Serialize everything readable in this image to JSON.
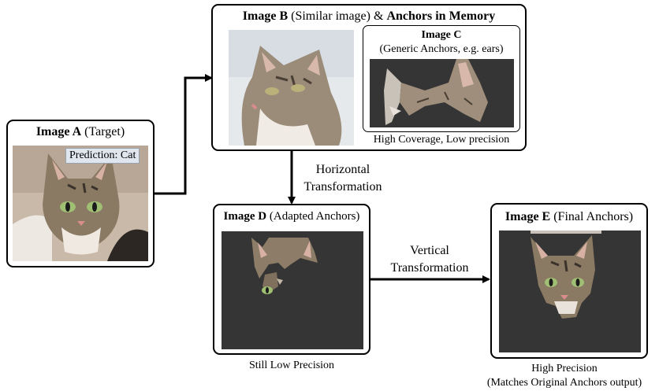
{
  "image_a": {
    "title_bold": "Image A",
    "title_rest": " (Target)",
    "prediction": "Prediction: Cat"
  },
  "image_b": {
    "title_bold1": "Image B",
    "title_mid": " (Similar image) & ",
    "title_bold2": "Anchors in Memory"
  },
  "image_c": {
    "title_bold": "Image C",
    "subtitle": "(Generic Anchors, e.g. ears)",
    "caption": "High Coverage, Low precision"
  },
  "image_d": {
    "title_bold": "Image D",
    "title_rest": " (Adapted Anchors)",
    "caption": "Still Low Precision"
  },
  "image_e": {
    "title_bold": "Image E",
    "title_rest": " (Final Anchors)",
    "caption_line1": "High Precision",
    "caption_line2": "(Matches Original Anchors output)"
  },
  "arrows": {
    "horizontal_line1": "Horizontal",
    "horizontal_line2": "Transformation",
    "vertical_line1": "Vertical",
    "vertical_line2": "Transformation"
  },
  "colors": {
    "dark_bg": "#353535",
    "cat_tabby": "#8a7a64",
    "box_border": "#000000",
    "prediction_bg": "#dfe6ee"
  }
}
